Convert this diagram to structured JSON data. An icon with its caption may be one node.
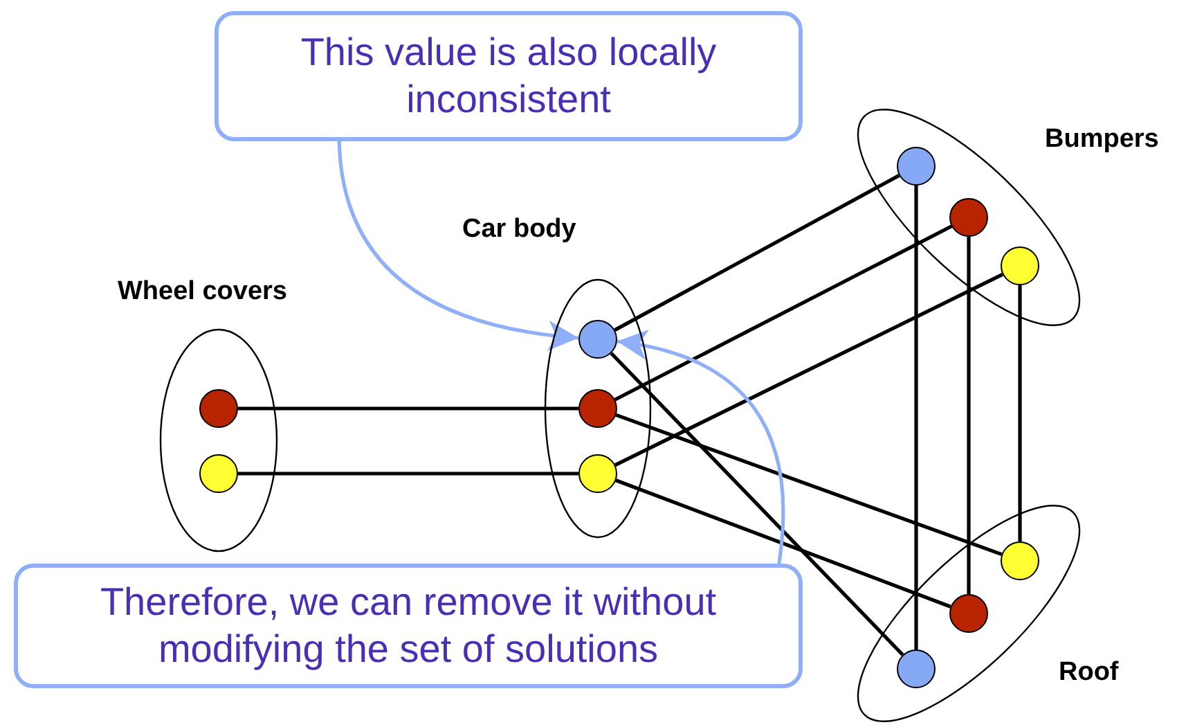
{
  "diagram": {
    "nodes": [
      {
        "text": [
          "This value is also locally inconsistent"
        ]
      },
      {
        "text": [
          "Wheel covers"
        ]
      },
      {
        "text": [],
        "shape": "circle",
        "in": 1
      },
      {
        "text": [],
        "shape": "circle",
        "in": 1
      },
      {
        "text": [
          "Car body"
        ]
      },
      {
        "text": [],
        "shape": "circle",
        "in": 4
      },
      {
        "text": [],
        "shape": "circle",
        "in": 4
      },
      {
        "text": [],
        "shape": "circle",
        "in": 4
      },
      {
        "text": [
          "Bumpers"
        ]
      },
      {
        "text": [],
        "shape": "circle",
        "in": 8
      },
      {
        "text": [],
        "shape": "circle",
        "in": 8
      },
      {
        "text": [],
        "shape": "circle",
        "in": 8
      },
      {
        "text": [
          "Roof"
        ]
      },
      {
        "text": [],
        "shape": "circle",
        "in": 12
      },
      {
        "text": [],
        "shape": "circle",
        "in": 12
      },
      {
        "text": [],
        "shape": "circle",
        "in": 12
      },
      {
        "text": [
          "Therefore, we can remove it without modifying the set of solutions"
        ]
      }
    ],
    "edges": [
      {
        "from": 2,
        "to": 6,
        "arrow": "none"
      },
      {
        "from": 3,
        "to": 7,
        "arrow": "none"
      },
      {
        "from": 5,
        "to": 9,
        "arrow": "none"
      },
      {
        "from": 6,
        "to": 10,
        "arrow": "none"
      },
      {
        "from": 7,
        "to": 11,
        "arrow": "none"
      },
      {
        "from": 5,
        "to": 15,
        "arrow": "none"
      },
      {
        "from": 6,
        "to": 13,
        "arrow": "none"
      },
      {
        "from": 7,
        "to": 14,
        "arrow": "none"
      },
      {
        "from": 9,
        "to": 15,
        "arrow": "none"
      },
      {
        "from": 10,
        "to": 14,
        "arrow": "none"
      },
      {
        "from": 11,
        "to": 13,
        "arrow": "none"
      },
      {
        "from": 0,
        "to": 5,
        "arrow": "to",
        "color": "#8fb0f8"
      },
      {
        "from": 16,
        "to": 5,
        "arrow": "to",
        "color": "#8fb0f8"
      }
    ]
  }
}
